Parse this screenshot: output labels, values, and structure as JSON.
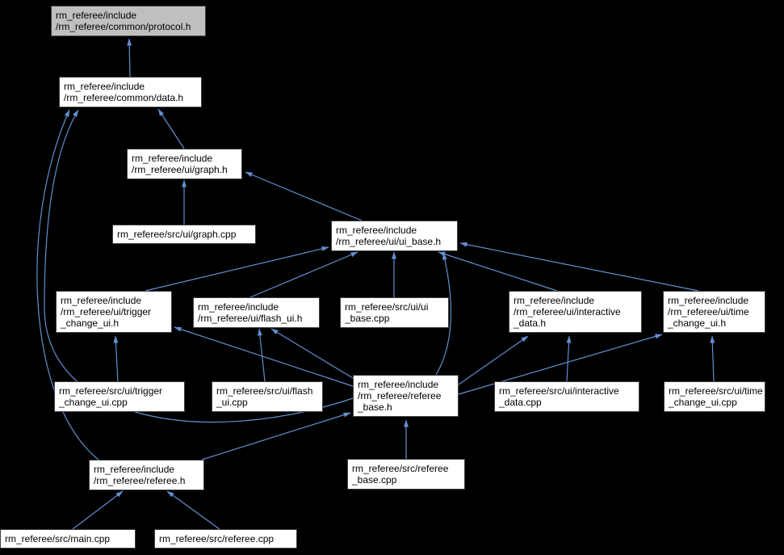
{
  "diagram": {
    "type": "include-dependency-graph",
    "root": "protocol_h"
  },
  "colors": {
    "background": "#000000",
    "node_fill": "#ffffff",
    "root_fill": "#bfbfbf",
    "node_border": "#404040",
    "text": "#000000",
    "edge": "#638fd0"
  },
  "nodes": {
    "protocol_h": {
      "label": "rm_referee/include\n/rm_referee/common/protocol.h"
    },
    "data_h": {
      "label": "rm_referee/include\n/rm_referee/common/data.h"
    },
    "graph_h": {
      "label": "rm_referee/include\n/rm_referee/ui/graph.h"
    },
    "graph_cpp": {
      "label": "rm_referee/src/ui/graph.cpp"
    },
    "ui_base_h": {
      "label": "rm_referee/include\n/rm_referee/ui/ui_base.h"
    },
    "trigger_change_ui_h": {
      "label": "rm_referee/include\n/rm_referee/ui/trigger\n_change_ui.h"
    },
    "flash_ui_h": {
      "label": "rm_referee/include\n/rm_referee/ui/flash_ui.h"
    },
    "ui_base_cpp": {
      "label": "rm_referee/src/ui/ui\n_base.cpp"
    },
    "interactive_data_h": {
      "label": "rm_referee/include\n/rm_referee/ui/interactive\n_data.h"
    },
    "time_change_ui_h": {
      "label": "rm_referee/include\n/rm_referee/ui/time\n_change_ui.h"
    },
    "trigger_change_ui_cpp": {
      "label": "rm_referee/src/ui/trigger\n_change_ui.cpp"
    },
    "flash_ui_cpp": {
      "label": "rm_referee/src/ui/flash\n_ui.cpp"
    },
    "referee_base_h": {
      "label": "rm_referee/include\n/rm_referee/referee\n_base.h"
    },
    "interactive_data_cpp": {
      "label": "rm_referee/src/ui/interactive\n_data.cpp"
    },
    "time_change_ui_cpp": {
      "label": "rm_referee/src/ui/time\n_change_ui.cpp"
    },
    "referee_h": {
      "label": "rm_referee/include\n/rm_referee/referee.h"
    },
    "referee_base_cpp": {
      "label": "rm_referee/src/referee\n_base.cpp"
    },
    "main_cpp": {
      "label": "rm_referee/src/main.cpp"
    },
    "referee_cpp": {
      "label": "rm_referee/src/referee.cpp"
    }
  },
  "edges": [
    {
      "from": "data_h",
      "to": "protocol_h"
    },
    {
      "from": "graph_h",
      "to": "data_h"
    },
    {
      "from": "referee_h",
      "to": "data_h"
    },
    {
      "from": "referee_base_h",
      "to": "data_h"
    },
    {
      "from": "graph_cpp",
      "to": "graph_h"
    },
    {
      "from": "ui_base_h",
      "to": "graph_h"
    },
    {
      "from": "trigger_change_ui_h",
      "to": "ui_base_h"
    },
    {
      "from": "flash_ui_h",
      "to": "ui_base_h"
    },
    {
      "from": "ui_base_cpp",
      "to": "ui_base_h"
    },
    {
      "from": "interactive_data_h",
      "to": "ui_base_h"
    },
    {
      "from": "time_change_ui_h",
      "to": "ui_base_h"
    },
    {
      "from": "referee_base_h",
      "to": "ui_base_h"
    },
    {
      "from": "trigger_change_ui_cpp",
      "to": "trigger_change_ui_h"
    },
    {
      "from": "referee_base_h",
      "to": "trigger_change_ui_h"
    },
    {
      "from": "flash_ui_cpp",
      "to": "flash_ui_h"
    },
    {
      "from": "referee_base_h",
      "to": "flash_ui_h"
    },
    {
      "from": "interactive_data_cpp",
      "to": "interactive_data_h"
    },
    {
      "from": "referee_base_h",
      "to": "interactive_data_h"
    },
    {
      "from": "time_change_ui_cpp",
      "to": "time_change_ui_h"
    },
    {
      "from": "referee_base_h",
      "to": "time_change_ui_h"
    },
    {
      "from": "referee_h",
      "to": "referee_base_h"
    },
    {
      "from": "referee_base_cpp",
      "to": "referee_base_h"
    },
    {
      "from": "main_cpp",
      "to": "referee_h"
    },
    {
      "from": "referee_cpp",
      "to": "referee_h"
    }
  ]
}
